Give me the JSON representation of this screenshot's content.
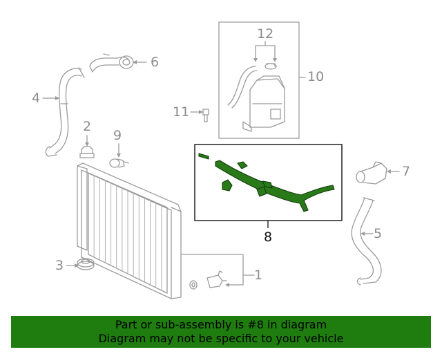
{
  "callouts": {
    "c1": "1",
    "c2": "2",
    "c3": "3",
    "c4": "4",
    "c5": "5",
    "c6": "6",
    "c7": "7",
    "c8": "8",
    "c9": "9",
    "c10": "10",
    "c11": "11",
    "c12": "12"
  },
  "banner": {
    "line1": "Part or sub-assembly is #8 in diagram",
    "line2": "Diagram may not be specific to your vehicle"
  },
  "colors": {
    "part_line": "#9a9a9a",
    "highlight_fill": "#2a7a1a",
    "highlight_stroke": "#0f3d08",
    "banner_bg": "#1f7d10"
  }
}
